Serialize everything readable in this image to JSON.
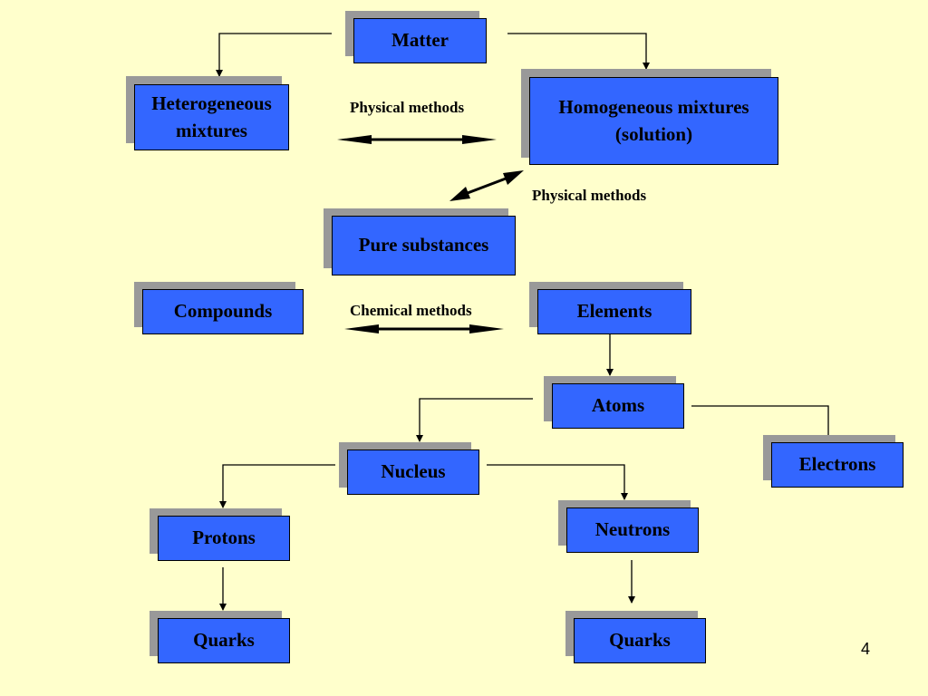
{
  "nodes": {
    "matter": "Matter",
    "heterogeneous": "Heterogeneous mixtures",
    "homogeneous_line1": "Homogeneous mixtures",
    "homogeneous_line2": "(solution)",
    "pure": "Pure substances",
    "compounds": "Compounds",
    "elements": "Elements",
    "atoms": "Atoms",
    "electrons": "Electrons",
    "nucleus": "Nucleus",
    "protons": "Protons",
    "neutrons": "Neutrons",
    "quarks_left": "Quarks",
    "quarks_right": "Quarks"
  },
  "labels": {
    "physical_top": "Physical methods",
    "physical_mid": "Physical methods",
    "chemical": "Chemical methods"
  },
  "page_number": "4",
  "colors": {
    "background": "#ffffcc",
    "box": "#3366ff",
    "shadow": "#999999"
  }
}
